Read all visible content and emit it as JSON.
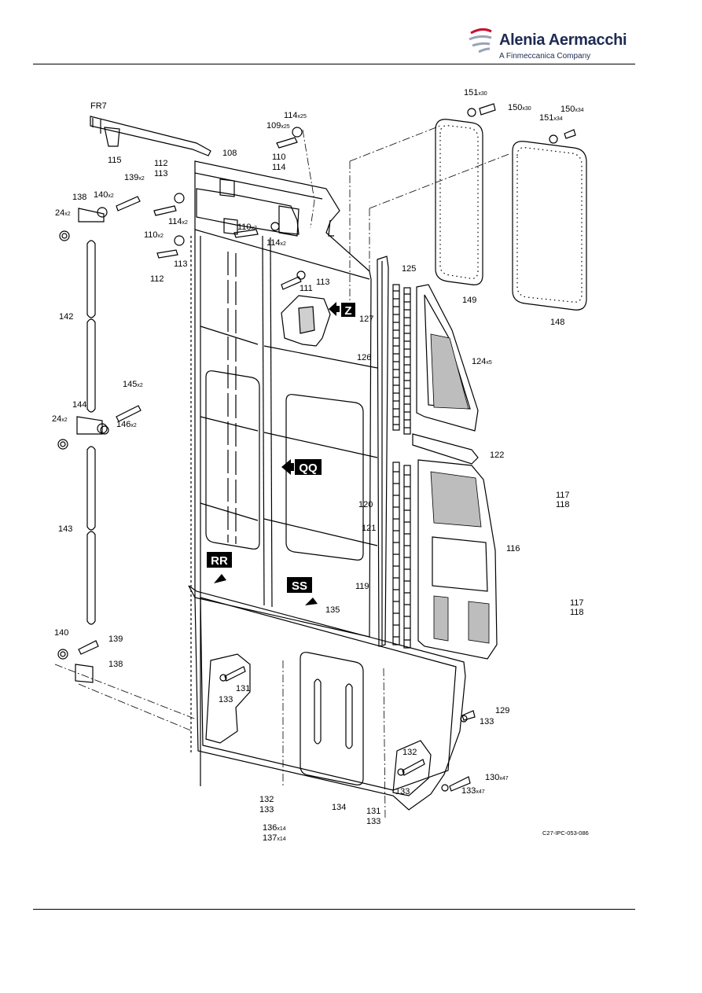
{
  "header": {
    "brand_name": "Alenia Aermacchi",
    "brand_subtitle": "A Finmeccanica Company"
  },
  "figure": {
    "reference_code": "C27-IPC-053-086",
    "frame_label": "FR7",
    "view_tags": [
      "Z",
      "QQ",
      "RR",
      "SS"
    ],
    "callouts": [
      {
        "id": "c108",
        "text": "108"
      },
      {
        "id": "c109",
        "text": "109",
        "qty": "x25"
      },
      {
        "id": "c110a",
        "text": "110"
      },
      {
        "id": "c114a",
        "text": "114"
      },
      {
        "id": "c114b",
        "text": "114",
        "qty": "x25"
      },
      {
        "id": "c112a",
        "text": "112"
      },
      {
        "id": "c113a",
        "text": "113"
      },
      {
        "id": "c115",
        "text": "115"
      },
      {
        "id": "c139a",
        "text": "139",
        "qty": "x2"
      },
      {
        "id": "c138a",
        "text": "138"
      },
      {
        "id": "c140a",
        "text": "140",
        "qty": "x2"
      },
      {
        "id": "c24a",
        "text": "24",
        "qty": "x2"
      },
      {
        "id": "c114c",
        "text": "114",
        "qty": "x2"
      },
      {
        "id": "c110b",
        "text": "110",
        "qty": "x2"
      },
      {
        "id": "c110c",
        "text": "110",
        "qty": "x2"
      },
      {
        "id": "c114d",
        "text": "114",
        "qty": "x2"
      },
      {
        "id": "c112b",
        "text": "112"
      },
      {
        "id": "c113b",
        "text": "113"
      },
      {
        "id": "c113c",
        "text": "113"
      },
      {
        "id": "c111",
        "text": "111"
      },
      {
        "id": "c142",
        "text": "142"
      },
      {
        "id": "c127",
        "text": "127"
      },
      {
        "id": "c125",
        "text": "125"
      },
      {
        "id": "c126",
        "text": "126"
      },
      {
        "id": "c124",
        "text": "124",
        "qty": "x5"
      },
      {
        "id": "c145",
        "text": "145",
        "qty": "x2"
      },
      {
        "id": "c144",
        "text": "144"
      },
      {
        "id": "c24b",
        "text": "24",
        "qty": "x2"
      },
      {
        "id": "c146",
        "text": "146",
        "qty": "x2"
      },
      {
        "id": "c122",
        "text": "122"
      },
      {
        "id": "c117a",
        "text": "117"
      },
      {
        "id": "c118a",
        "text": "118"
      },
      {
        "id": "c120",
        "text": "120"
      },
      {
        "id": "c121",
        "text": "121"
      },
      {
        "id": "c143",
        "text": "143"
      },
      {
        "id": "c116",
        "text": "116"
      },
      {
        "id": "c119",
        "text": "119"
      },
      {
        "id": "c117b",
        "text": "117"
      },
      {
        "id": "c118b",
        "text": "118"
      },
      {
        "id": "c135",
        "text": "135"
      },
      {
        "id": "c140b",
        "text": "140"
      },
      {
        "id": "c139b",
        "text": "139"
      },
      {
        "id": "c138b",
        "text": "138"
      },
      {
        "id": "c131a",
        "text": "131"
      },
      {
        "id": "c133a",
        "text": "133"
      },
      {
        "id": "c129",
        "text": "129"
      },
      {
        "id": "c133b",
        "text": "133"
      },
      {
        "id": "c132a",
        "text": "132"
      },
      {
        "id": "c133c",
        "text": "133"
      },
      {
        "id": "c130",
        "text": "130",
        "qty": "x47"
      },
      {
        "id": "c133d",
        "text": "133",
        "qty": "x47"
      },
      {
        "id": "c132b",
        "text": "132"
      },
      {
        "id": "c133e",
        "text": "133"
      },
      {
        "id": "c134",
        "text": "134"
      },
      {
        "id": "c131b",
        "text": "131"
      },
      {
        "id": "c133f",
        "text": "133"
      },
      {
        "id": "c136",
        "text": "136",
        "qty": "x14"
      },
      {
        "id": "c137",
        "text": "137",
        "qty": "x14"
      },
      {
        "id": "c149",
        "text": "149"
      },
      {
        "id": "c148",
        "text": "148"
      },
      {
        "id": "c151a",
        "text": "151",
        "qty": "x30"
      },
      {
        "id": "c150a",
        "text": "150",
        "qty": "x30"
      },
      {
        "id": "c151b",
        "text": "151",
        "qty": "x34"
      },
      {
        "id": "c150b",
        "text": "150",
        "qty": "x34"
      }
    ]
  },
  "colors": {
    "brand_blue": "#1d2a52",
    "brand_red": "#c8102e",
    "brand_gray": "#9aa3b5",
    "line": "#000000"
  }
}
